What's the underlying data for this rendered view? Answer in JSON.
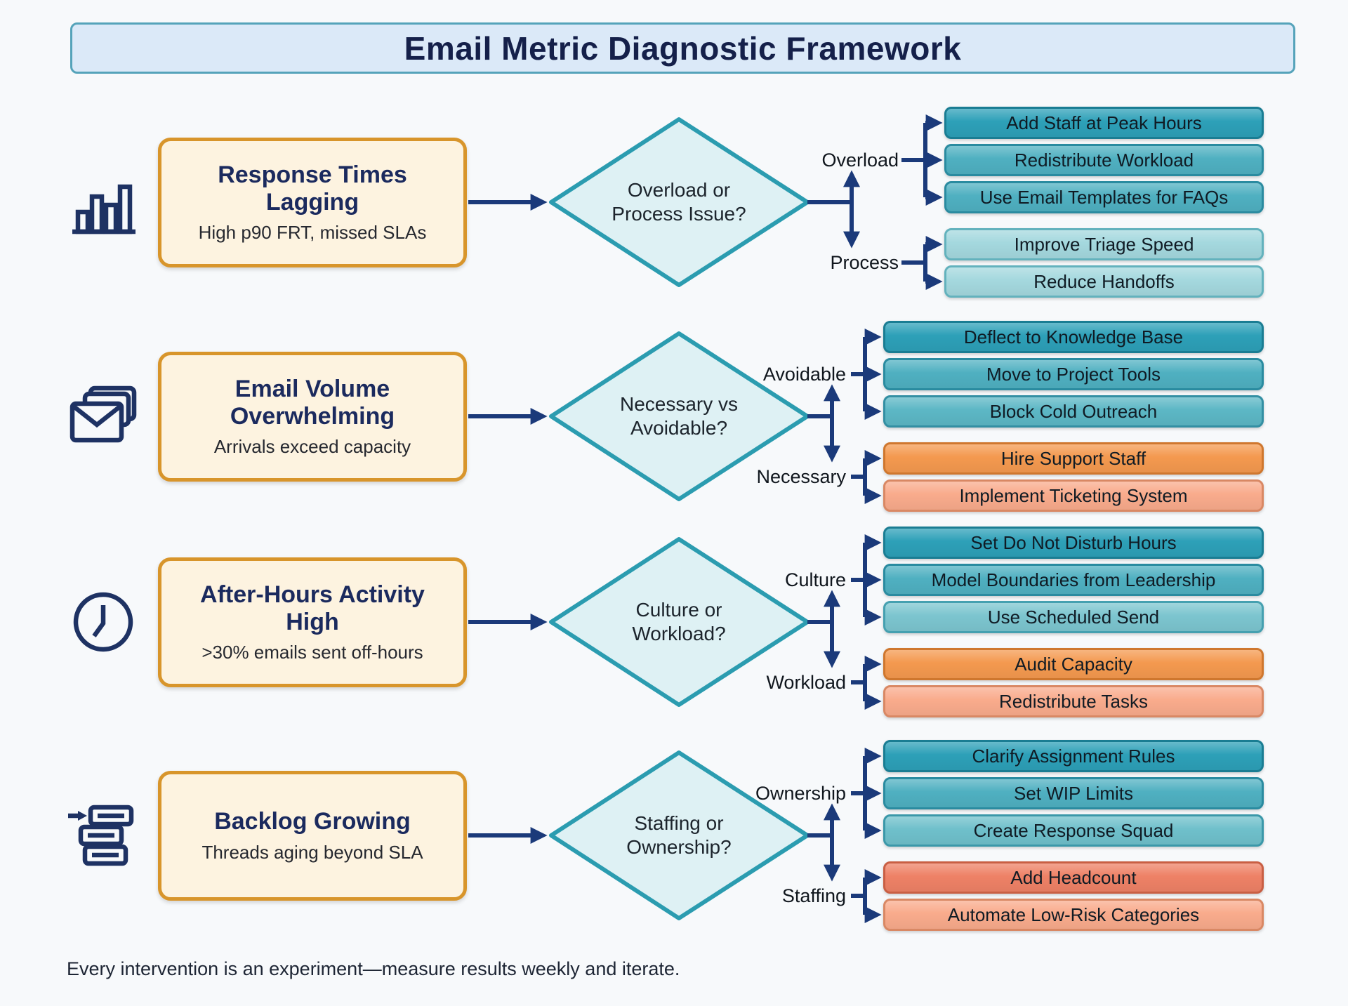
{
  "title": "Email Metric Diagnostic Framework",
  "footer": "Every intervention is an experiment—measure results weekly and iterate.",
  "colors": {
    "background": "#f7f9fb",
    "title_bar_bg": "#dbe9f8",
    "title_bar_border": "#55a3ba",
    "arrow": "#1b3a7a",
    "problem_box_bg": "#fdf3e0",
    "problem_box_border": "#d8952b",
    "diamond_fill": "#def1f4",
    "diamond_border": "#2b9cb0",
    "icon": "#1e3263"
  },
  "rows": [
    {
      "icon": "bar-chart-icon",
      "problem": {
        "title": "Response Times Lagging",
        "subtitle": "High p90 FRT, missed SLAs"
      },
      "decision": "Overload or Process Issue?",
      "branches": [
        {
          "label": "Overload",
          "actions": [
            {
              "label": "Add Staff at Peak Hours",
              "bg": "#2da0b8",
              "border": "#1a7d93"
            },
            {
              "label": "Redistribute Workload",
              "bg": "#4fb0c1",
              "border": "#2a8ba0"
            },
            {
              "label": "Use Email Templates for FAQs",
              "bg": "#4fb0c1",
              "border": "#2a8ba0"
            }
          ]
        },
        {
          "label": "Process",
          "actions": [
            {
              "label": "Improve Triage Speed",
              "bg": "#a4d8de",
              "border": "#63b2bd"
            },
            {
              "label": "Reduce Handoffs",
              "bg": "#a4d8de",
              "border": "#63b2bd"
            }
          ]
        }
      ]
    },
    {
      "icon": "envelopes-icon",
      "problem": {
        "title": "Email Volume Overwhelming",
        "subtitle": "Arrivals exceed capacity"
      },
      "decision": "Necessary vs Avoidable?",
      "branches": [
        {
          "label": "Avoidable",
          "actions": [
            {
              "label": "Deflect to Knowledge Base",
              "bg": "#2da0b8",
              "border": "#1a7d93"
            },
            {
              "label": "Move to Project Tools",
              "bg": "#4fb0c1",
              "border": "#2a8ba0"
            },
            {
              "label": "Block Cold Outreach",
              "bg": "#5cb7c5",
              "border": "#338fa3"
            }
          ]
        },
        {
          "label": "Necessary",
          "actions": [
            {
              "label": "Hire Support Staff",
              "bg": "#f4994f",
              "border": "#cf772e"
            },
            {
              "label": "Implement Ticketing System",
              "bg": "#f9ab8c",
              "border": "#d98864"
            }
          ]
        }
      ]
    },
    {
      "icon": "clock-icon",
      "problem": {
        "title": "After-Hours Activity High",
        "subtitle": ">30% emails sent off-hours"
      },
      "decision": "Culture or Workload?",
      "branches": [
        {
          "label": "Culture",
          "actions": [
            {
              "label": "Set Do Not Disturb Hours",
              "bg": "#2da0b8",
              "border": "#1a7d93"
            },
            {
              "label": "Model Boundaries from Leadership",
              "bg": "#4fb0c1",
              "border": "#2a8ba0"
            },
            {
              "label": "Use Scheduled Send",
              "bg": "#7cc5cf",
              "border": "#45a0b0"
            }
          ]
        },
        {
          "label": "Workload",
          "actions": [
            {
              "label": "Audit Capacity",
              "bg": "#f4994f",
              "border": "#cf772e"
            },
            {
              "label": "Redistribute Tasks",
              "bg": "#f9ab8c",
              "border": "#d98864"
            }
          ]
        }
      ]
    },
    {
      "icon": "backlog-icon",
      "problem": {
        "title": "Backlog Growing",
        "subtitle": "Threads aging beyond SLA"
      },
      "decision": "Staffing or Ownership?",
      "branches": [
        {
          "label": "Ownership",
          "actions": [
            {
              "label": "Clarify Assignment Rules",
              "bg": "#2da0b8",
              "border": "#1a7d93"
            },
            {
              "label": "Set WIP Limits",
              "bg": "#4fb0c1",
              "border": "#2a8ba0"
            },
            {
              "label": "Create Response Squad",
              "bg": "#6fc0cb",
              "border": "#3b98a9"
            }
          ]
        },
        {
          "label": "Staffing",
          "actions": [
            {
              "label": "Add Headcount",
              "bg": "#ee8166",
              "border": "#c95f44"
            },
            {
              "label": "Automate Low-Risk Categories",
              "bg": "#f9ab8c",
              "border": "#d98864"
            }
          ]
        }
      ]
    }
  ]
}
